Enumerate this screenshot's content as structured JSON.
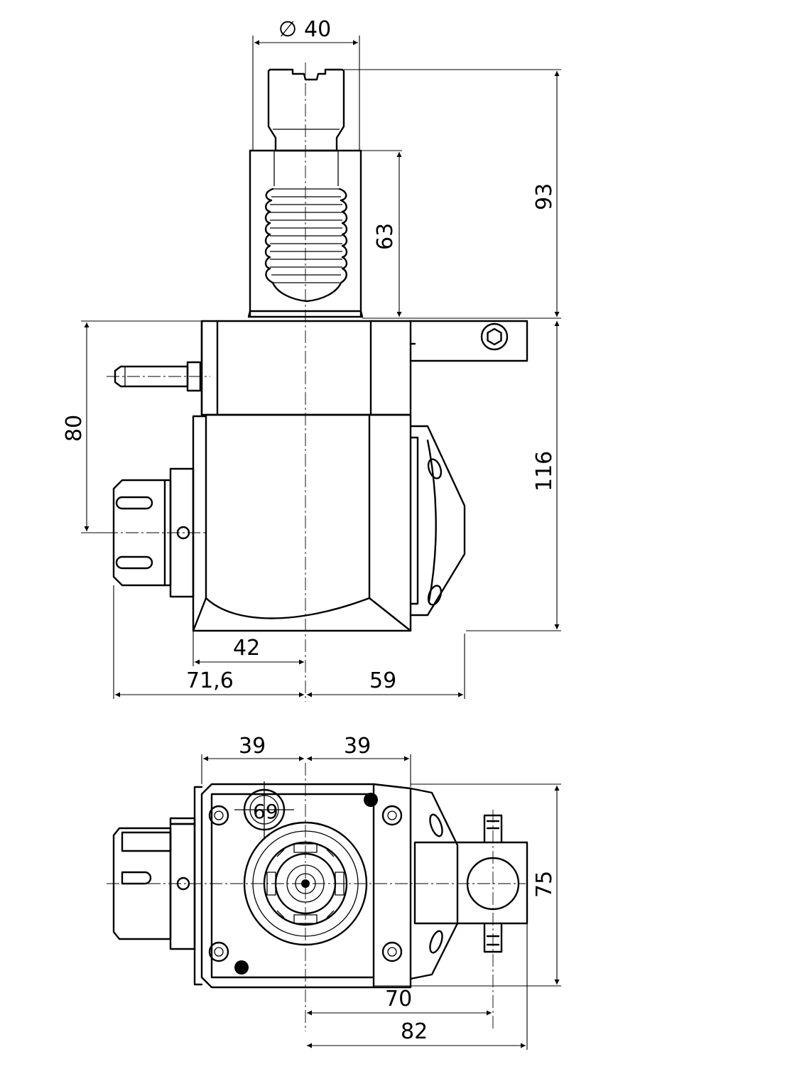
{
  "side_view": {
    "dim_diameter_symbol": "∅",
    "dim_diameter": "40",
    "dim_total_height": "93",
    "dim_shank_height": "63",
    "dim_body_height": "116",
    "dim_axis_height": "80",
    "dim_half_width": "42",
    "dim_left_extent": "71,6",
    "dim_right_extent": "59"
  },
  "bottom_view": {
    "dim_left_half": "39",
    "dim_right_half": "39",
    "dim_depth": "75",
    "dim_clamp_offset": "70",
    "dim_total_offset": "82",
    "plug_label": "69"
  }
}
